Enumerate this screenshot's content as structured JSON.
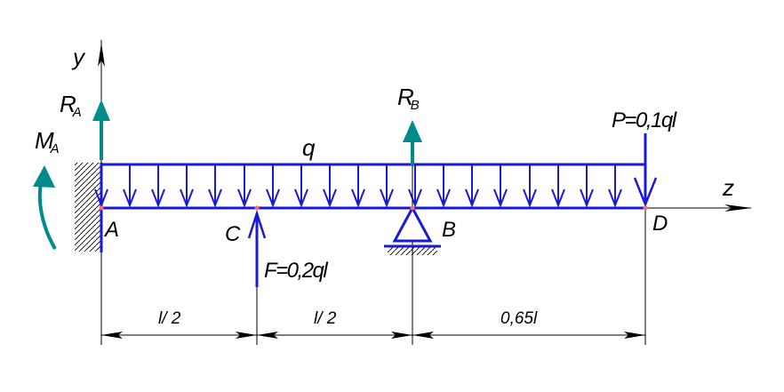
{
  "axes": {
    "y_label": "y",
    "z_label": "z"
  },
  "reactions": {
    "ra": {
      "main": "R",
      "sub": "A"
    },
    "rb": {
      "main": "R",
      "sub": "B"
    },
    "ma": {
      "main": "M",
      "sub": "A"
    }
  },
  "loads": {
    "distributed": "q",
    "point_p": "P=0,1ql",
    "point_f": "F=0,2ql"
  },
  "points": {
    "a": "A",
    "b": "B",
    "c": "C",
    "d": "D"
  },
  "dimensions": {
    "ac": "l/ 2",
    "cb": "l/ 2",
    "bd": "0,65l"
  },
  "colors": {
    "beam": "#1a1ad6",
    "reaction": "#008b8b",
    "line": "#000000",
    "node": "#ff6b6b"
  }
}
